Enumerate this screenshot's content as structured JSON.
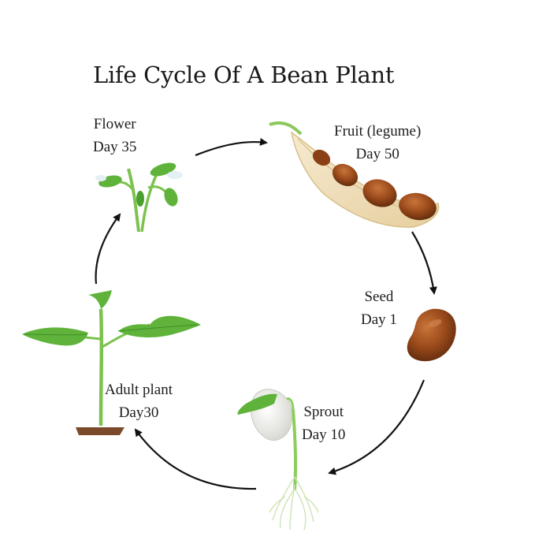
{
  "title": "Life Cycle Of A Bean Plant",
  "stages": {
    "flower": {
      "name": "Flower",
      "day": "Day 35"
    },
    "fruit": {
      "name": "Fruit (legume)",
      "day": "Day 50"
    },
    "seed": {
      "name": "Seed",
      "day": "Day 1"
    },
    "sprout": {
      "name": "Sprout",
      "day": "Day 10"
    },
    "adult": {
      "name": "Adult plant",
      "day": "Day30"
    }
  },
  "colors": {
    "leaf": "#5fb33a",
    "leaf_dark": "#3f8f26",
    "stem": "#7cc24e",
    "pod": "#f1dfb8",
    "bean": "#8b3f14",
    "soil": "#7a4a2a",
    "arrow": "#111111"
  }
}
